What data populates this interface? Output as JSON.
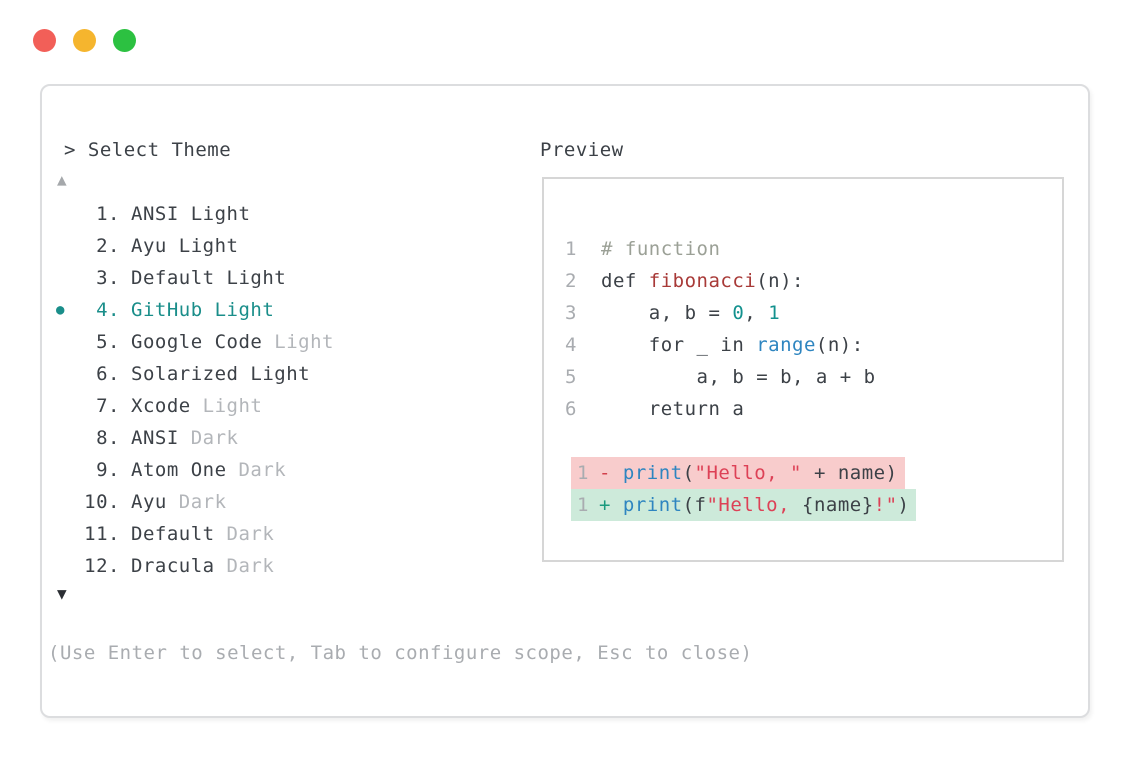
{
  "window": {
    "traffic_lights": [
      {
        "name": "close",
        "color": "#f25f58"
      },
      {
        "name": "minimize",
        "color": "#f5b52e"
      },
      {
        "name": "zoom",
        "color": "#2cc141"
      }
    ]
  },
  "colors": {
    "accent_teal": "#1a8e8a",
    "text_dark": "#3c4147",
    "text_dim": "#b3b6ba",
    "diff_removed_bg": "#f8cccc",
    "diff_added_bg": "#cdeada"
  },
  "prompt": {
    "label": "> Select Theme"
  },
  "preview": {
    "label": "Preview"
  },
  "theme_list": {
    "scroll_up_icon": "▲",
    "scroll_down_icon": "▼",
    "selected_bullet": "●",
    "items": [
      {
        "num": "1.",
        "name": "ANSI",
        "variant": "Light",
        "dim_variant": false,
        "selected": false
      },
      {
        "num": "2.",
        "name": "Ayu",
        "variant": "Light",
        "dim_variant": false,
        "selected": false
      },
      {
        "num": "3.",
        "name": "Default",
        "variant": "Light",
        "dim_variant": false,
        "selected": false
      },
      {
        "num": "4.",
        "name": "GitHub",
        "variant": "Light",
        "dim_variant": false,
        "selected": true
      },
      {
        "num": "5.",
        "name": "Google Code",
        "variant": "Light",
        "dim_variant": true,
        "selected": false
      },
      {
        "num": "6.",
        "name": "Solarized",
        "variant": "Light",
        "dim_variant": false,
        "selected": false
      },
      {
        "num": "7.",
        "name": "Xcode",
        "variant": "Light",
        "dim_variant": true,
        "selected": false
      },
      {
        "num": "8.",
        "name": "ANSI",
        "variant": "Dark",
        "dim_variant": true,
        "selected": false
      },
      {
        "num": "9.",
        "name": "Atom One",
        "variant": "Dark",
        "dim_variant": true,
        "selected": false
      },
      {
        "num": "10.",
        "name": "Ayu",
        "variant": "Dark",
        "dim_variant": true,
        "selected": false
      },
      {
        "num": "11.",
        "name": "Default",
        "variant": "Dark",
        "dim_variant": true,
        "selected": false
      },
      {
        "num": "12.",
        "name": "Dracula",
        "variant": "Dark",
        "dim_variant": true,
        "selected": false
      }
    ]
  },
  "code_preview": {
    "lines": [
      {
        "no": "1",
        "tokens": [
          {
            "t": "# function",
            "c": "comment"
          }
        ]
      },
      {
        "no": "2",
        "tokens": [
          {
            "t": "def ",
            "c": "text"
          },
          {
            "t": "fibonacci",
            "c": "func"
          },
          {
            "t": "(n):",
            "c": "text"
          }
        ]
      },
      {
        "no": "3",
        "tokens": [
          {
            "t": "    a, b = ",
            "c": "text"
          },
          {
            "t": "0",
            "c": "accent"
          },
          {
            "t": ", ",
            "c": "text"
          },
          {
            "t": "1",
            "c": "accent"
          }
        ]
      },
      {
        "no": "4",
        "tokens": [
          {
            "t": "    for _ in ",
            "c": "text"
          },
          {
            "t": "range",
            "c": "blue"
          },
          {
            "t": "(n):",
            "c": "text"
          }
        ]
      },
      {
        "no": "5",
        "tokens": [
          {
            "t": "        a, b = b, a + b",
            "c": "text"
          }
        ]
      },
      {
        "no": "6",
        "tokens": [
          {
            "t": "    return a",
            "c": "text"
          }
        ]
      }
    ],
    "diff_lines": [
      {
        "no": "1",
        "kind": "removed",
        "tokens": [
          {
            "t": "- ",
            "c": "minus"
          },
          {
            "t": "print",
            "c": "blue"
          },
          {
            "t": "(",
            "c": "text"
          },
          {
            "t": "\"Hello, \"",
            "c": "string"
          },
          {
            "t": " + name)",
            "c": "text"
          }
        ]
      },
      {
        "no": "1",
        "kind": "added",
        "tokens": [
          {
            "t": "+ ",
            "c": "plus"
          },
          {
            "t": "print",
            "c": "blue"
          },
          {
            "t": "(f",
            "c": "text"
          },
          {
            "t": "\"Hello, ",
            "c": "string"
          },
          {
            "t": "{name}",
            "c": "text"
          },
          {
            "t": "!\"",
            "c": "string"
          },
          {
            "t": ")",
            "c": "text"
          }
        ]
      }
    ]
  },
  "footer": {
    "hint": "(Use Enter to select, Tab to configure scope, Esc to close)"
  }
}
